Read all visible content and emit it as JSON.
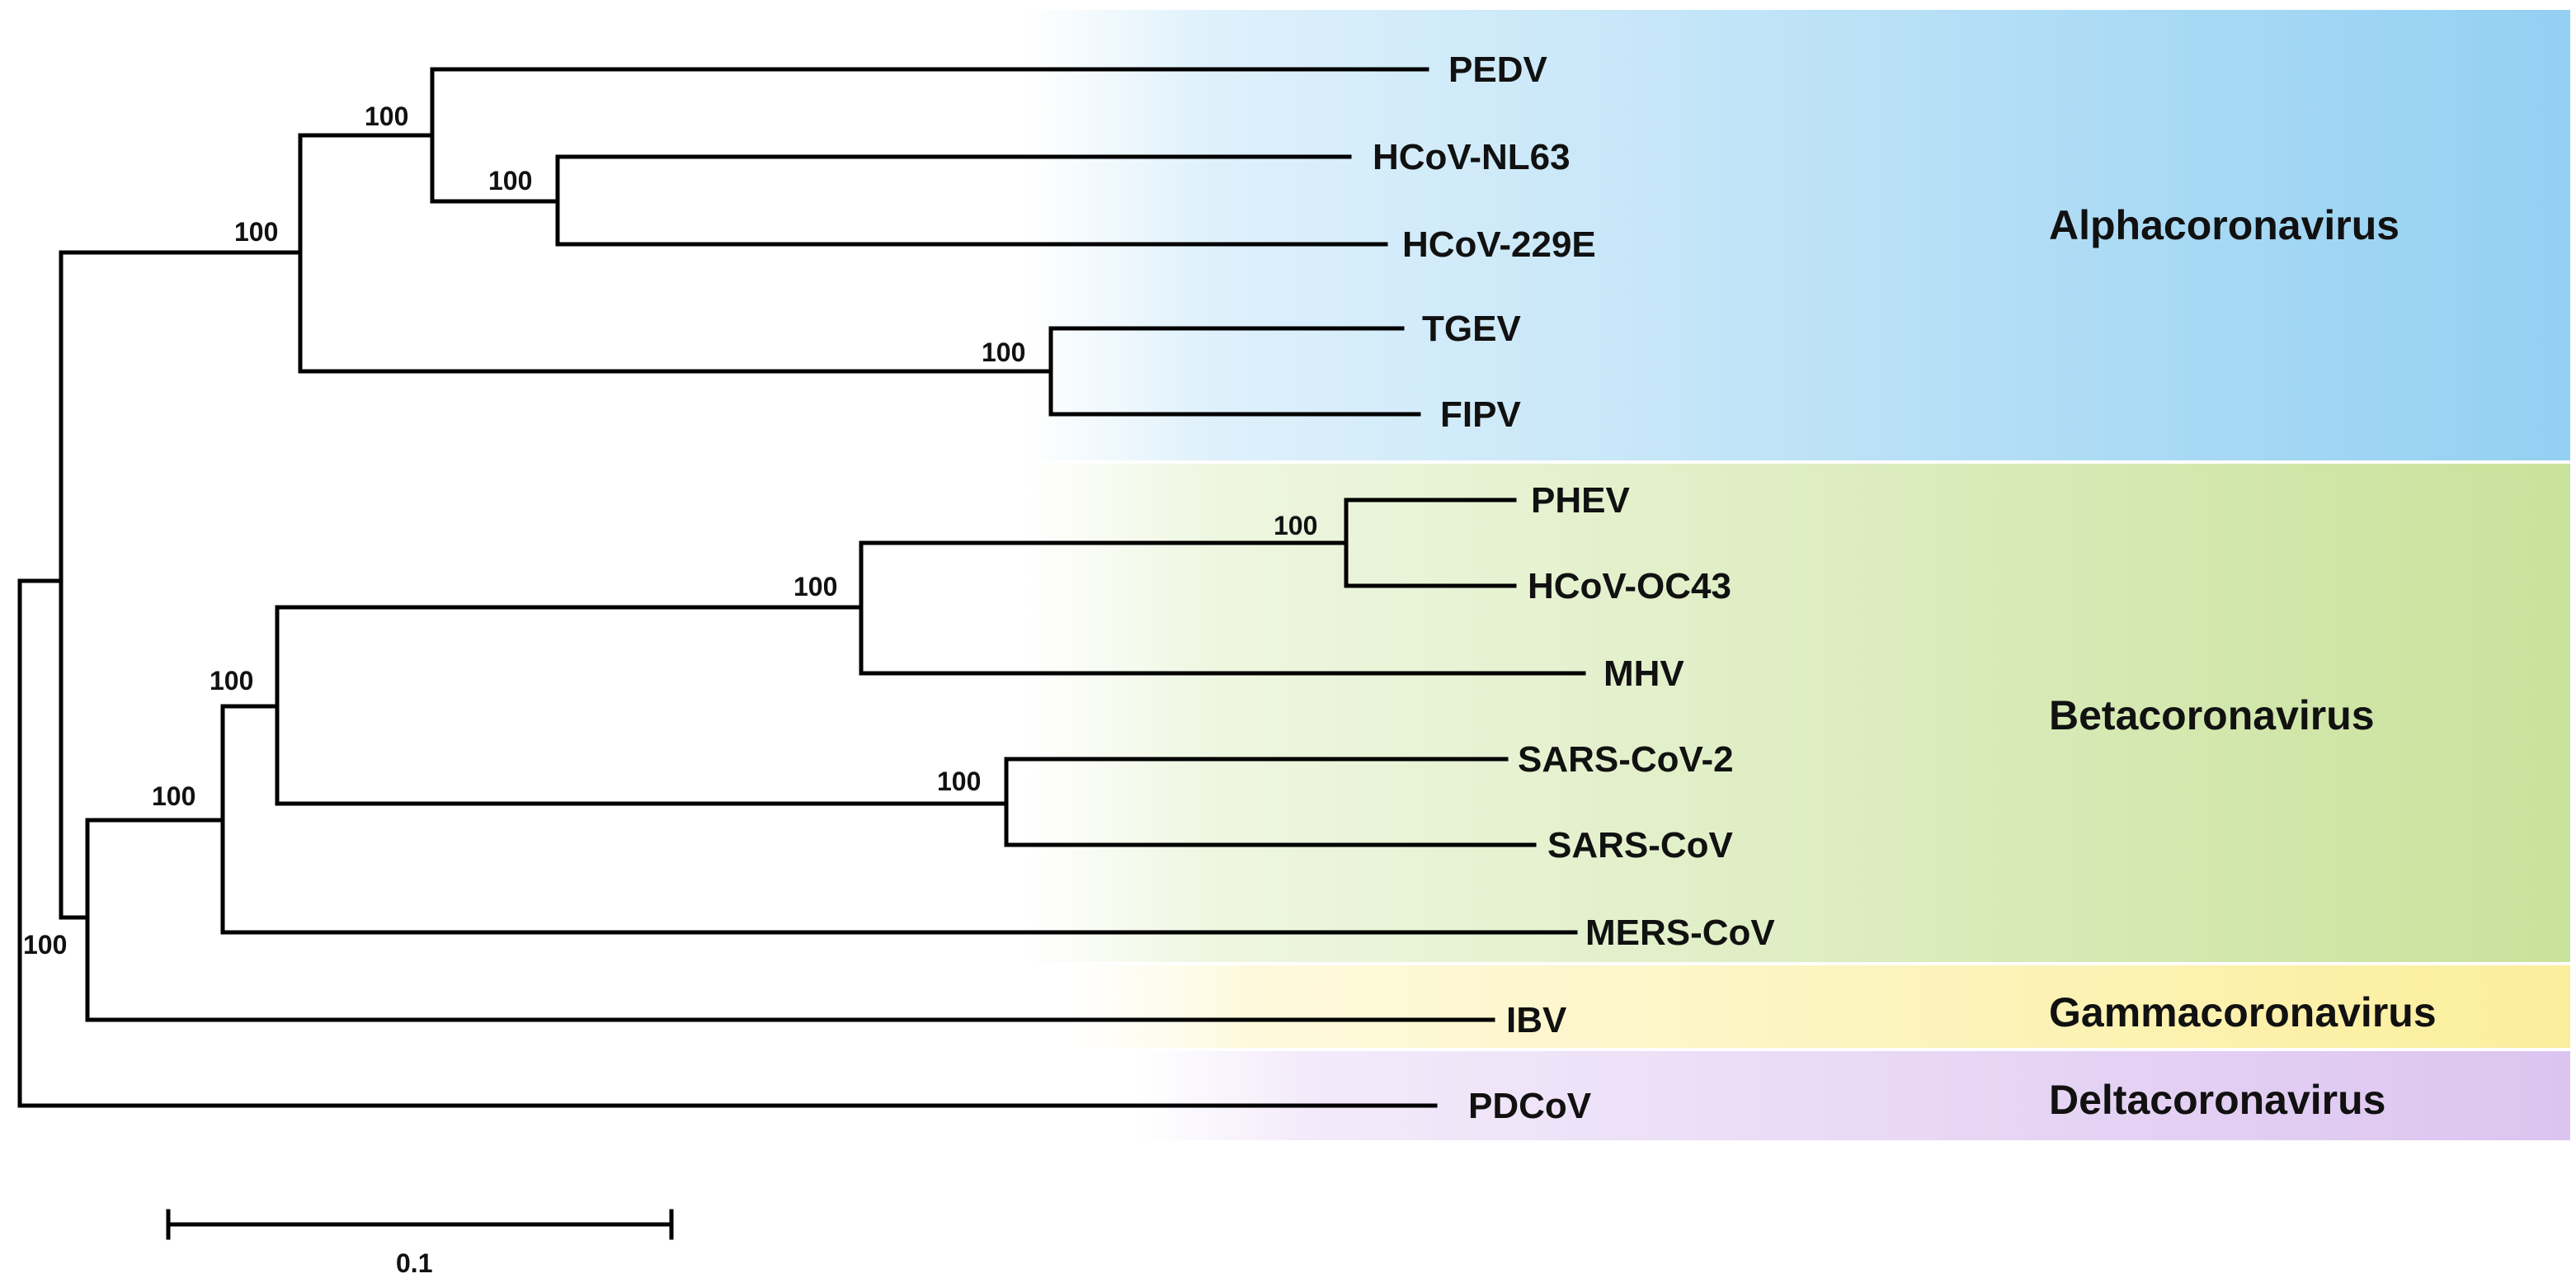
{
  "colors": {
    "alpha": "#93d0f2",
    "beta": "#c9e29b",
    "gamma": "#fbee9c",
    "delta": "#dcc4f0",
    "branch": "#000000"
  },
  "clades": {
    "alpha": "Alphacoronavirus",
    "beta": "Betacoronavirus",
    "gamma": "Gammacoronavirus",
    "delta": "Deltacoronavirus"
  },
  "taxa": {
    "pedv": "PEDV",
    "nl63": "HCoV-NL63",
    "e229": "HCoV-229E",
    "tgev": "TGEV",
    "fipv": "FIPV",
    "phev": "PHEV",
    "oc43": "HCoV-OC43",
    "mhv": "MHV",
    "sars2": "SARS-CoV-2",
    "sars": "SARS-CoV",
    "mers": "MERS-CoV",
    "ibv": "IBV",
    "pdcov": "PDCoV"
  },
  "bootstrap": {
    "pedv_nl63_229e": "100",
    "nl63_229e": "100",
    "alpha": "100",
    "tgev_fipv": "100",
    "phev_oc43": "100",
    "phev_oc43_mhv": "100",
    "embeco_sarbeco": "100",
    "sars2_sars": "100",
    "beta": "100",
    "beta_gamma": "100"
  },
  "scale_bar": {
    "label": "0.1"
  }
}
